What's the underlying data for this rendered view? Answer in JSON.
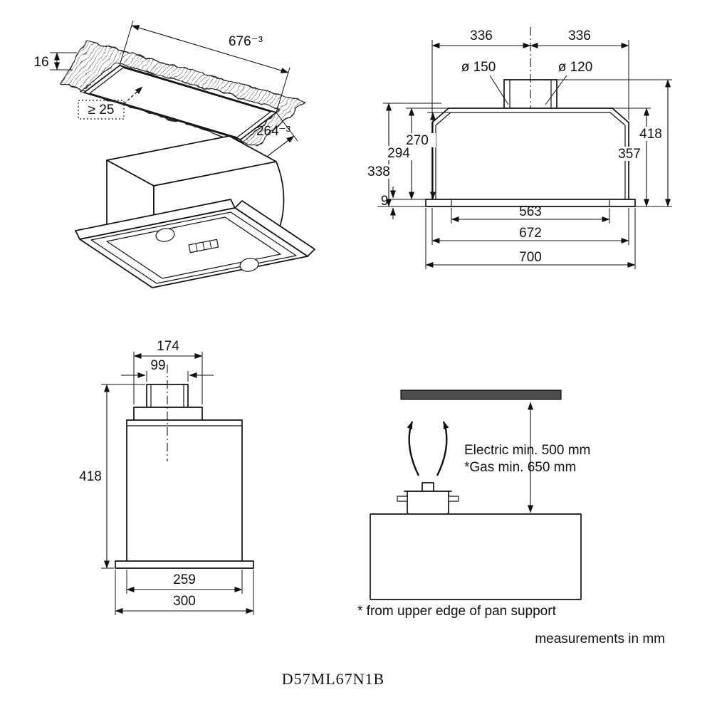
{
  "model": "D57ML67N1B",
  "units_note": "measurements in mm",
  "footnote": "* from upper edge of pan support",
  "cutout_view": {
    "thickness": "16",
    "length": "676⁻³",
    "min_clearance": "≥ 25",
    "depth": "264⁻³"
  },
  "front_view": {
    "half_width_left": "336",
    "half_width_right": "336",
    "duct_diameter_large": "ø 150",
    "duct_diameter_small": "ø 120",
    "height_inner": "270",
    "height_liner": "294",
    "height_body": "338",
    "flange_thickness": "9",
    "height_overall": "418",
    "height_to_shoulder": "357",
    "width_mounting": "563",
    "width_body": "672",
    "width_overall": "700"
  },
  "side_view": {
    "top_width": "174",
    "collar_width": "99",
    "height_overall": "418",
    "body_depth": "259",
    "overall_depth": "300"
  },
  "clearance_view": {
    "electric_clearance": "Electric min. 500 mm",
    "gas_clearance": "*Gas min. 650 mm"
  },
  "colors": {
    "line": "#111111",
    "hood_panel_fill": "#4d4d4d"
  }
}
